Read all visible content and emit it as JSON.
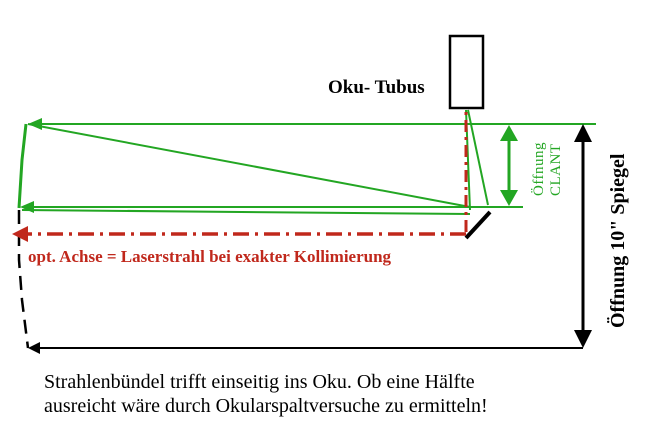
{
  "labels": {
    "tubus": "Oku- Tubus",
    "optical_axis": "opt. Achse = Laserstrahl bei exakter Kollimierung",
    "clant_line1": "Öffnung",
    "clant_line2": "CLANT",
    "mirror_opening": "Öffnung 10\" Spiegel"
  },
  "caption": {
    "line1": "Strahlenbündel trifft einseitig ins Oku. Ob eine Hälfte",
    "line2": "ausreicht wäre durch Okularspaltversuche zu ermitteln!"
  },
  "colors": {
    "rays": "#23a623",
    "axis": "#c0281c",
    "outline": "#000000"
  }
}
